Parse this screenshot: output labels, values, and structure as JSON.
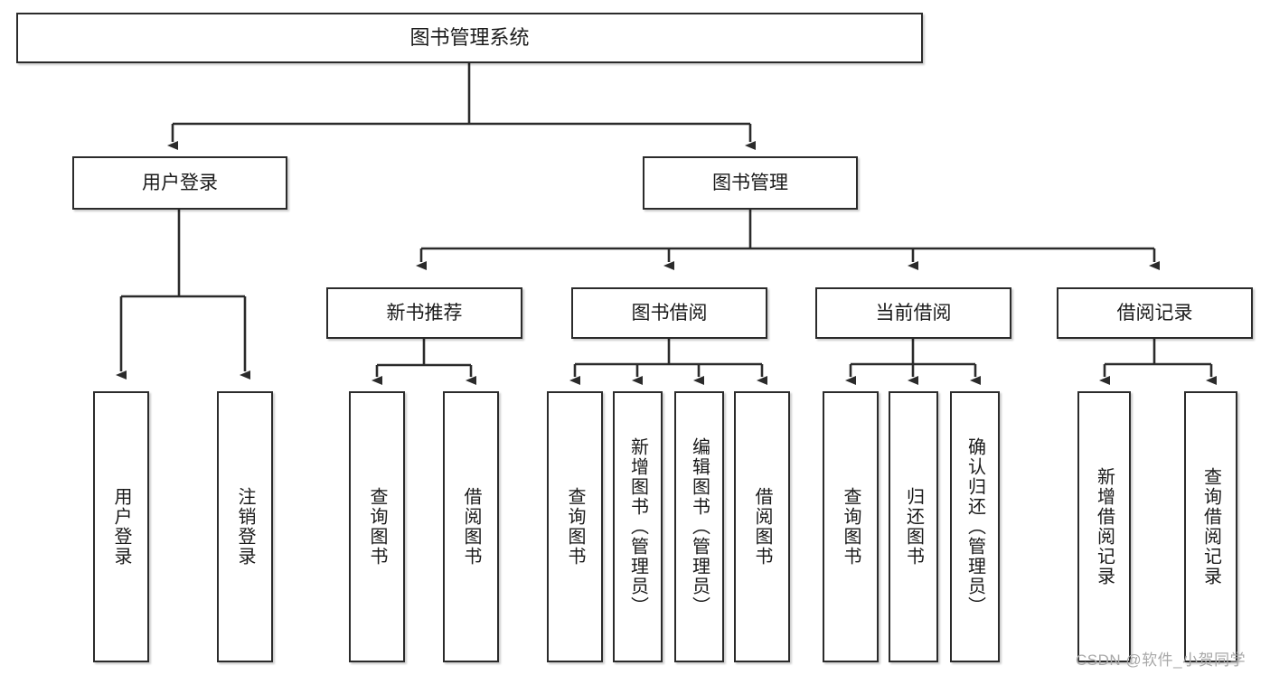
{
  "diagram": {
    "type": "tree",
    "title": "图书管理系统",
    "background": "#ffffff",
    "box_border_color": "#2b2b2b",
    "edge_color": "#2b2b2b",
    "nodes": {
      "root": {
        "label": "图书管理系统"
      },
      "level1": [
        {
          "label": "用户登录"
        },
        {
          "label": "图书管理"
        }
      ],
      "level2": [
        {
          "label": "新书推荐"
        },
        {
          "label": "图书借阅"
        },
        {
          "label": "当前借阅"
        },
        {
          "label": "借阅记录"
        }
      ],
      "leaves": {
        "user_login": [
          {
            "label": "用户登录"
          },
          {
            "label": "注销登录"
          }
        ],
        "new_book": [
          {
            "label": "查询图书"
          },
          {
            "label": "借阅图书"
          }
        ],
        "book_borrow": [
          {
            "label": "查询图书"
          },
          {
            "label": "新增图书（管理员）"
          },
          {
            "label": "编辑图书（管理员）"
          },
          {
            "label": "借阅图书"
          }
        ],
        "current_borrow": [
          {
            "label": "查询图书"
          },
          {
            "label": "归还图书"
          },
          {
            "label": "确认归还（管理员）"
          }
        ],
        "borrow_record": [
          {
            "label": "新增借阅记录"
          },
          {
            "label": "查询借阅记录"
          }
        ]
      }
    },
    "watermark": "CSDN @软件_小贺同学"
  }
}
